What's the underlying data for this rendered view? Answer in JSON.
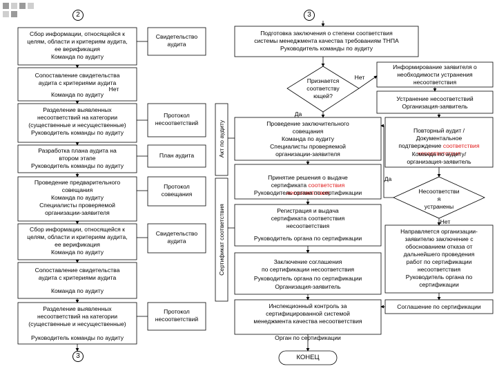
{
  "connectors": {
    "top_left": "2",
    "top_mid": "3",
    "bottom": "3"
  },
  "left_col": {
    "b1": "Сбор информации, относящейся к\nцелям, области и критериям аудита,\nее верификация\nКоманда по аудиту",
    "b2": "Сопоставление свидетельства\nаудита с критериями аудита",
    "b2_no": "Нет",
    "b2_team": "Команда по аудиту",
    "b3": "Разделение выявленных\nнесоответствий на категории\n(существенные и несущественные)\nРуководитель команды по аудиту",
    "b4": "Разработка плана аудита на\nвтором этапе\nРуководитель команды по аудиту",
    "b5": "Проведение предварительного\nсовещания\nКоманда по аудиту\nСпециалисты проверяемой\nорганизации-заявителя",
    "b6": "Сбор информации, относящейся к\nцелям, области и критериям аудита,\nее верификация\nКоманда по аудиту",
    "b7": "Сопоставление свидетельства\nаудита с критериями аудита",
    "b7_team": "Команда по аудиту",
    "b8": "Разделение выявленных\nнесоответствий на категории\n(существенные и несущественные)",
    "b8_lead": "Руководитель команды по аудиту"
  },
  "docs": {
    "d1": "Свидетельство\nаудита",
    "d2": "Протокол\nнесоответствий",
    "d3": "План аудита",
    "d4": "Протокол\nсовещания",
    "d5": "Свидетельство\nаудита",
    "d6": "Протокол\nнесоответствий"
  },
  "vertical": {
    "act": "Акт по аудиту",
    "cert": "Сертификат соответствия"
  },
  "mid_col": {
    "m1": "Подготовка заключения о степени соответствия\nсистемы менеджмента качества требованиям ТНПА\nРуководитель команды по аудиту",
    "diamond": "Признается\nсоответству\nющей?",
    "no": "Нет",
    "yes": "Да",
    "m2": "Проведение заключительного\nсовещания\nКоманда по аудиту\nСпециалисты проверяемой\nорганизации-заявителя",
    "m3a": "Принятие решения о выдаче\nсертификата ",
    "m3b": "соответствия\nнесоответствия",
    "m3c": "Руководитель органа по сертификации",
    "m4": "Регистрация и выдача\nсертификата соответствия\nнесоответствия",
    "m4_lead": "Руководитель органа по сертификации",
    "m5a": "Заключение соглашения\nпо сертификации несоответствия",
    "m5b": "Руководитель органа по сертификации",
    "m5c": "Организация-заявитель",
    "m6": "Инспекционный контроль за\nсертифицированной системой\nменеджмента качества несоответствия",
    "m6_org": "Орган по сертификации",
    "end": "КОНЕЦ"
  },
  "right_col": {
    "r1": "Информирование заявителя о\nнеобходимости устранения\nнесоответствия",
    "r2": "Устранение несоответствий\nОрганизация-заявитель",
    "r3a": "Повторный аудит /\nДокументальное\nподтверждение ",
    "r3red": "соответствия\nнесоответствия",
    "r3b": "Команда по аудиту/\nорганизация-заявитель",
    "yes": "Да",
    "diamond": "Несоответстви\nя\nустранены",
    "no": "Нет",
    "r4": "Направляется организации-\nзаявителю заключение с\nобоснованием отказа от\nдальнейшего проведения\nработ по сертификации\nнесоответствия\nРуководитель органа по\nсертификации",
    "r5": "Соглашение по сертификации"
  },
  "colors": {
    "line": "#000000",
    "red": "#e01b1b",
    "deco_dark": "#9a9a9a",
    "deco_light": "#cfcfcf"
  }
}
